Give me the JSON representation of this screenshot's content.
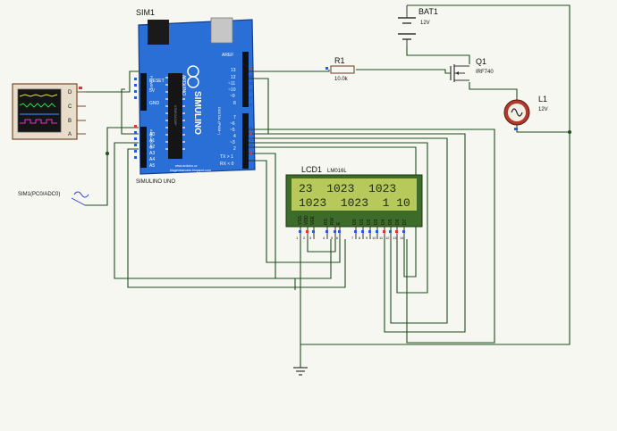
{
  "labels": {
    "sim1": "SIM1",
    "board_name": "SIMULINO UNO",
    "board_logo": "SIMULINO",
    "board_sub": "ARDUINO",
    "board_url1": "www.arduino.cc",
    "board_url2": "blogembarcado.blogspot.com",
    "bat1": "BAT1",
    "bat1_value": "12V",
    "r1": "R1",
    "r1_value": "10.0k",
    "q1": "Q1",
    "q1_part": "IRF740",
    "l1": "L1",
    "l1_value": "12V",
    "lcd1": "LCD1",
    "lcd1_part": "LM016L",
    "signal_source": "SIM1(PC0/ADC0)"
  },
  "lcd": {
    "line1": "23  1023  1023",
    "line2": "1023  1023  1 10",
    "pins": [
      "VSS",
      "VDD",
      "VEE",
      "RS",
      "RW",
      "E",
      "D0",
      "D1",
      "D2",
      "D3",
      "D4",
      "D5",
      "D6",
      "D7"
    ],
    "pin_numbers": [
      "1",
      "2",
      "3",
      "4",
      "5",
      "6",
      "7",
      "8",
      "9",
      "10",
      "11",
      "12",
      "13",
      "14"
    ]
  },
  "scope": {
    "channels": [
      "D",
      "C",
      "B",
      "A"
    ]
  },
  "arduino": {
    "digital_pins": [
      "AREF",
      "13",
      "12",
      "~11",
      "~10",
      "~9",
      "8",
      "7",
      "~6",
      "~5",
      "4",
      "~3",
      "2",
      "TX > 1",
      "RX < 0"
    ],
    "power_pins": [
      "RESET",
      "5V",
      "GND"
    ],
    "analog_pins": [
      "A0",
      "A1",
      "A2",
      "A3",
      "A4",
      "A5"
    ],
    "section_power": "POWER",
    "section_analog": "ANALOG IN",
    "section_digital": "DIGITAL (PWM~)",
    "chip": "ATMEGA328P"
  },
  "colors": {
    "board": "#2a6fd6",
    "lcd_bg": "#b6c95a",
    "wire": "#1e4d1e",
    "pin_red": "#d23a3a",
    "pin_blue": "#2a5ad8"
  }
}
